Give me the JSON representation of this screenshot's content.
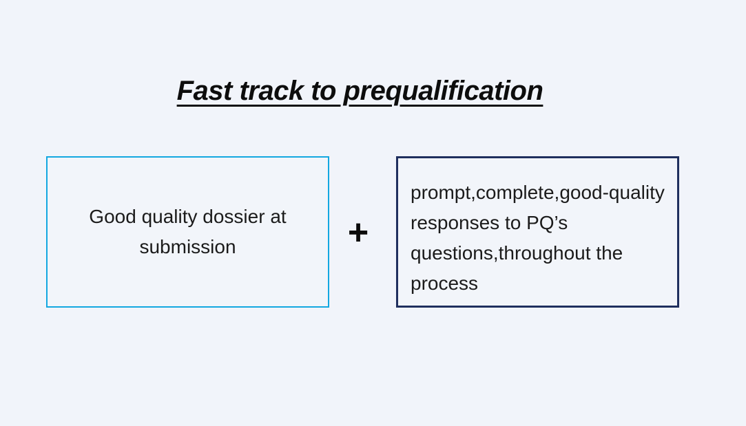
{
  "title": "Fast track to prequalification",
  "operator": "+",
  "boxes": {
    "left": {
      "text": "Good quality dossier at submission",
      "border_color": "#12a7e0"
    },
    "right": {
      "text": "prompt,complete,good-quality responses to PQ’s questions,throughout the process",
      "border_color": "#1f2f5e"
    }
  },
  "colors": {
    "background": "#f1f4fa",
    "title_text": "#0d0d0d",
    "body_text": "#1b1b1b",
    "left_box_border": "#12a7e0",
    "right_box_border": "#1f2f5e"
  }
}
